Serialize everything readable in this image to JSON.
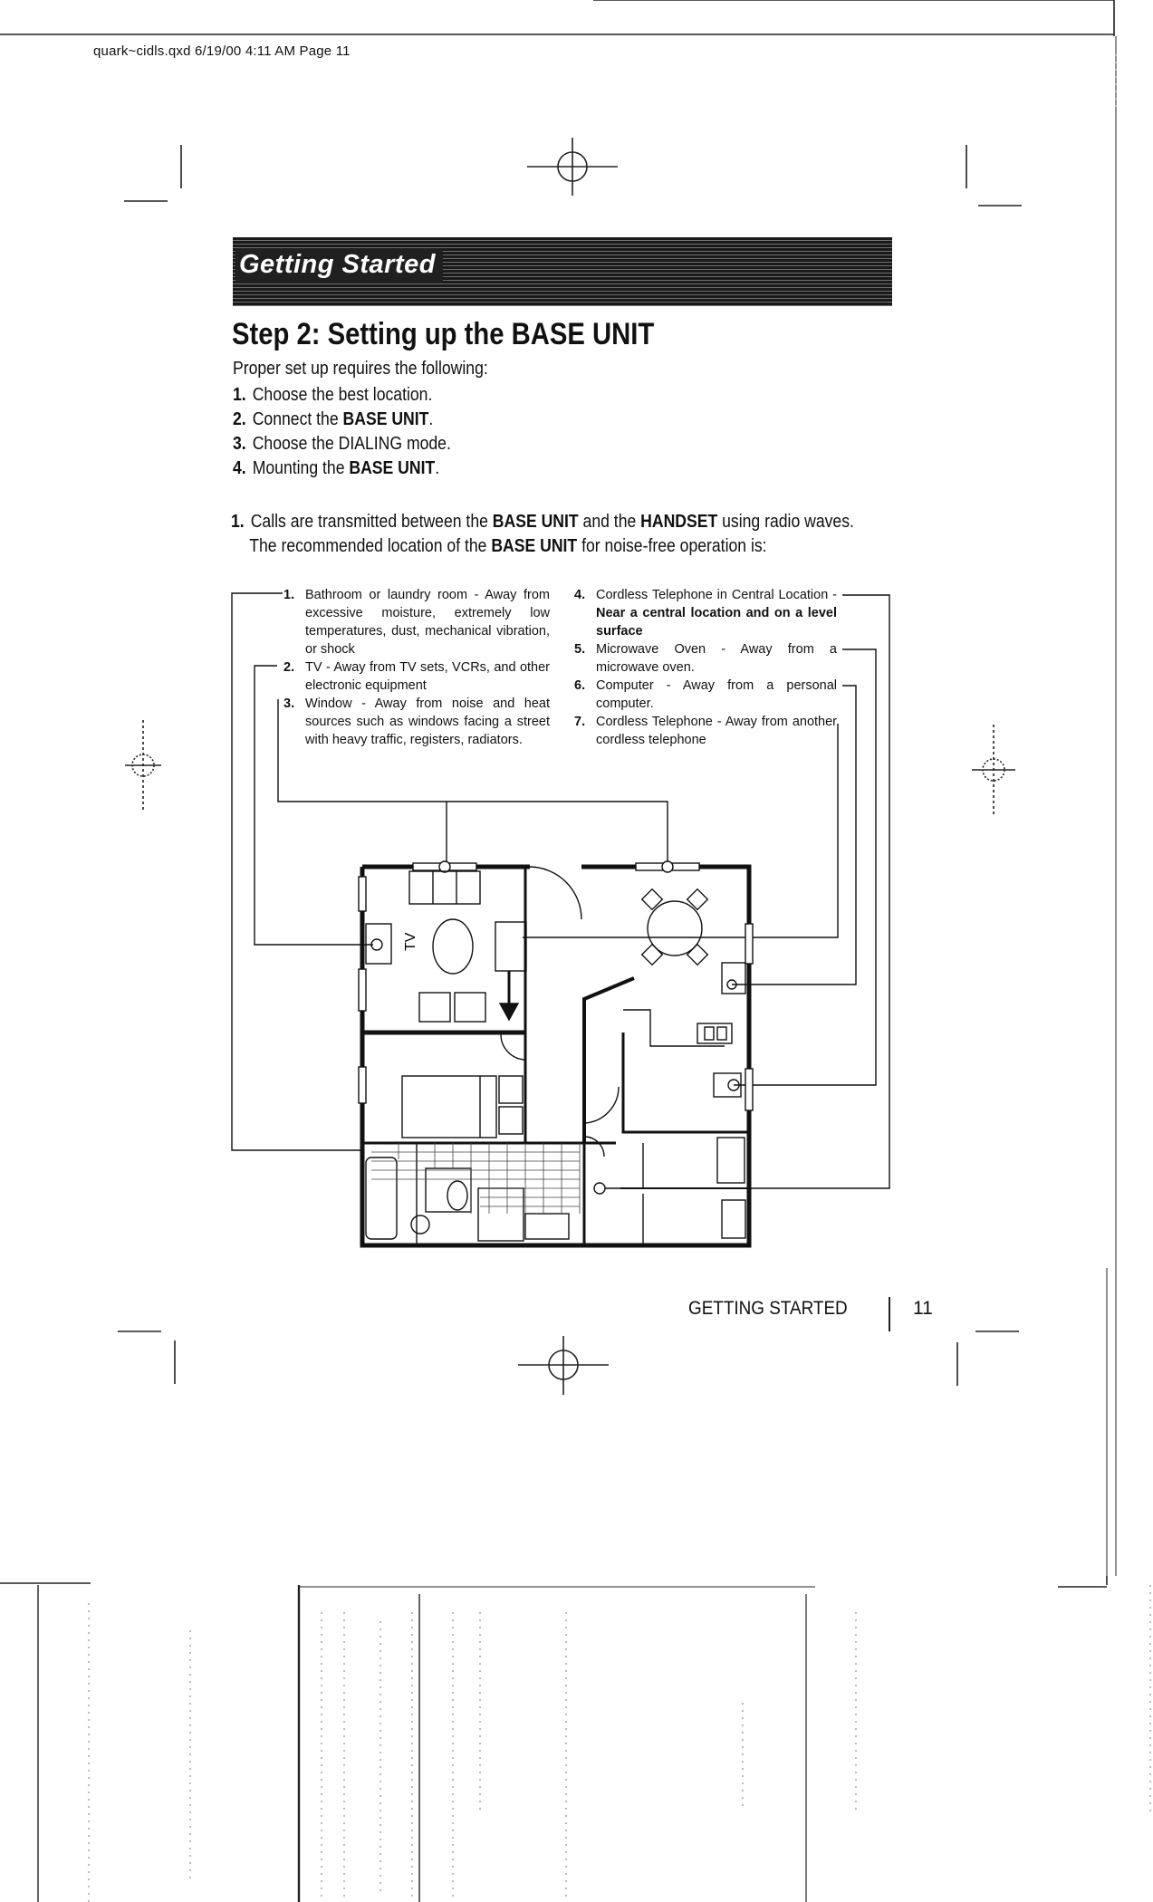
{
  "slug": "quark~cidls.qxd 6/19/00 4:11 AM Page 11",
  "banner": "Getting Started",
  "heading": "Step 2:  Setting up the BASE UNIT",
  "intro": "Proper set up requires the following:",
  "steps": [
    {
      "num": "1.",
      "pre": "Choose the best location.",
      "bold": "",
      "post": ""
    },
    {
      "num": "2.",
      "pre": "Connect the ",
      "bold": "BASE UNIT",
      "post": "."
    },
    {
      "num": "3.",
      "pre": "Choose the DIALING mode.",
      "bold": "",
      "post": ""
    },
    {
      "num": "4.",
      "pre": "Mounting the ",
      "bold": "BASE UNIT",
      "post": "."
    }
  ],
  "para": {
    "num": "1.",
    "line1_a": "Calls are transmitted between the ",
    "line1_b": "BASE UNIT",
    "line1_c": " and the ",
    "line1_d": "HANDSET",
    "line1_e": " using radio waves.",
    "line2_a": "The recommended location of the ",
    "line2_b": "BASE UNIT",
    "line2_c": " for noise-free operation is:"
  },
  "locations_left": [
    {
      "num": "1.",
      "text": "Bathroom or laundry room - Away from excessive moisture, extremely low temperatures, dust, mechanical vibration, or shock"
    },
    {
      "num": "2.",
      "text": "TV - Away from TV sets, VCRs, and other electronic equipment"
    },
    {
      "num": "3.",
      "text": "Window - Away from noise and heat sources such as windows facing a street with heavy traffic, registers, radiators."
    }
  ],
  "locations_right": [
    {
      "num": "4.",
      "text": "Cordless Telephone in Central Location - ",
      "bold": "Near a central location and on a level surface"
    },
    {
      "num": "5.",
      "text": "Microwave Oven - Away from a microwave oven.",
      "bold": ""
    },
    {
      "num": "6.",
      "text": "Computer - Away from a personal computer.",
      "bold": ""
    },
    {
      "num": "7.",
      "text": "Cordless Telephone - Away from another cordless telephone",
      "bold": ""
    }
  ],
  "floorplan_labels": {
    "tv": "TV"
  },
  "footer": {
    "label": "GETTING STARTED",
    "page": "11"
  }
}
